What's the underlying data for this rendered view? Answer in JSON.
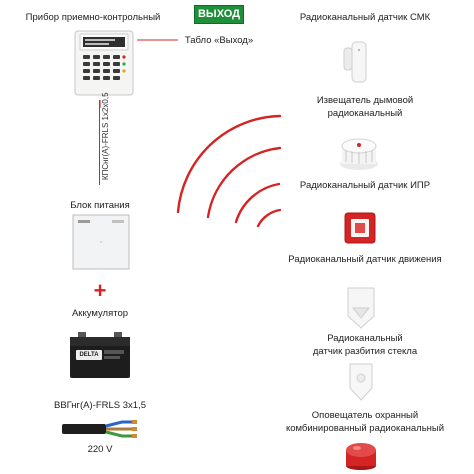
{
  "panel": {
    "label": "Прибор приемно-контрольный"
  },
  "exit_sign": {
    "sign_text": "ВЫХОД",
    "label": "Табло «Выход»"
  },
  "cable_top": {
    "label": "КПСнг(А)-FRLS 1х2х0,5"
  },
  "power_supply": {
    "label": "Блок питания"
  },
  "plus_sign": "+",
  "battery": {
    "label": "Аккумулятор",
    "brand": "DELTA"
  },
  "cable_bottom": {
    "label": "ВВГнг(А)-FRLS 3х1,5"
  },
  "mains": {
    "label": "220 V"
  },
  "devices": [
    {
      "label": "Радиоканальный датчик СМК"
    },
    {
      "label_line1": "Извещатель дымовой",
      "label_line2": "радиоканальный"
    },
    {
      "label": "Радиоканальный датчик ИПР"
    },
    {
      "label": "Радиоканальный датчик движения"
    },
    {
      "label_line1": "Радиоканальный",
      "label_line2": "датчик разбития стекла"
    },
    {
      "label_line1": "Оповещатель охранный",
      "label_line2": "комбинированный радиоканальный"
    }
  ],
  "colors": {
    "accent_red": "#d42424",
    "exit_green": "#1f8f3a",
    "text": "#222222"
  }
}
